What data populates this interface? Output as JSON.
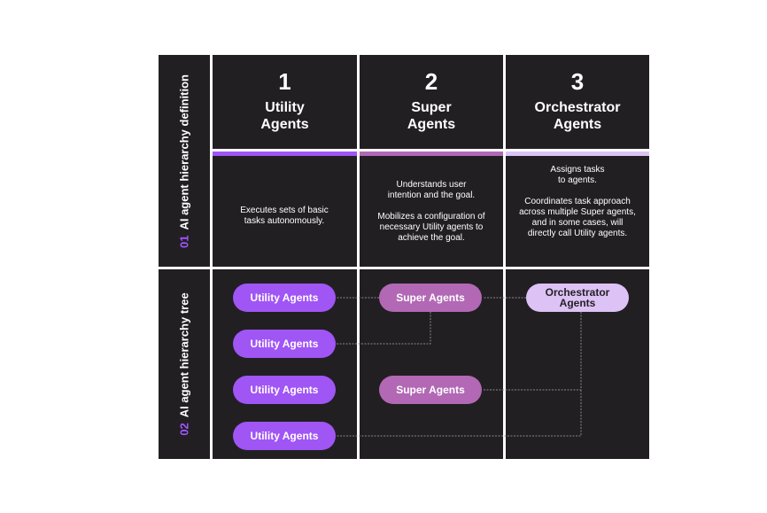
{
  "rows": [
    {
      "number": "01",
      "label": "AI agent hierarchy definition"
    },
    {
      "number": "02",
      "label": "AI agent hierarchy tree"
    }
  ],
  "columns": [
    {
      "number": "1",
      "title_line1": "Utility",
      "title_line2": "Agents",
      "bar_color": "#a055f5",
      "description": [
        "Executes sets of basic tasks autonomously."
      ]
    },
    {
      "number": "2",
      "title_line1": "Super",
      "title_line2": "Agents",
      "bar_color": "#b268b5",
      "description": [
        "Understands user intention and the goal.",
        "Mobilizes a configuration of necessary Utility agents to achieve the goal."
      ]
    },
    {
      "number": "3",
      "title_line1": "Orchestrator",
      "title_line2": "Agents",
      "bar_color": "#ddc2f5",
      "description": [
        "Assigns tasks to agents.",
        "Coordinates task approach across multiple Super agents, and in some cases, will directly call Utility agents."
      ]
    }
  ],
  "tree": {
    "utility": [
      "Utility Agents",
      "Utility Agents",
      "Utility Agents",
      "Utility Agents"
    ],
    "super": [
      "Super Agents",
      "Super Agents"
    ],
    "orchestrator_line1": "Orchestrator",
    "orchestrator_line2": "Agents"
  },
  "colors": {
    "background": "#221f23",
    "number_accent": "#a056ff",
    "connector": "#8a868c"
  }
}
